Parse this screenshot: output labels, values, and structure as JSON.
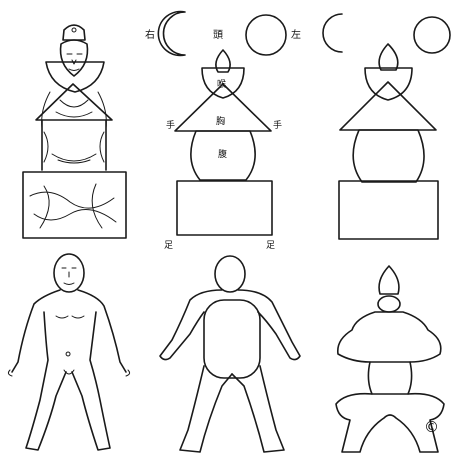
{
  "labels": {
    "right": "右",
    "left": "左",
    "head": "頭",
    "throat": "喉",
    "chest": "胸",
    "hand_left": "手",
    "hand_right": "手",
    "belly": "腹",
    "foot_left": "足",
    "foot_right": "足"
  },
  "mark": "©"
}
